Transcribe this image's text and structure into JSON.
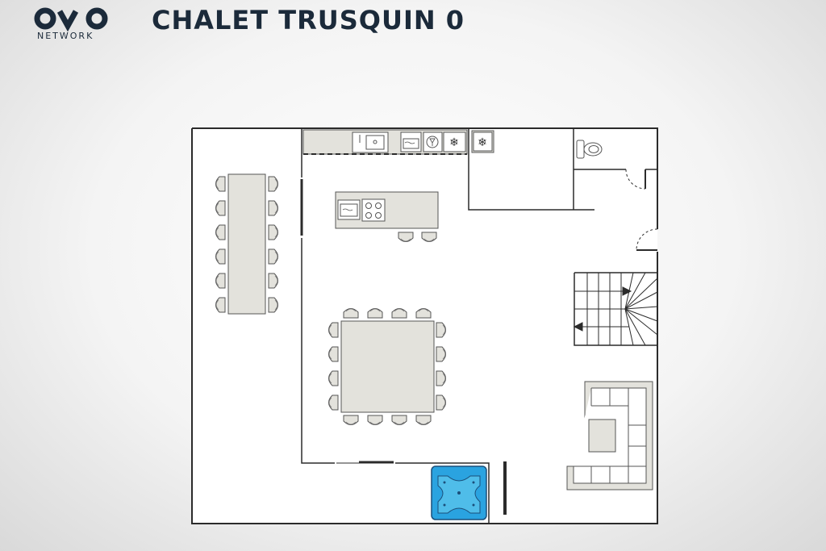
{
  "brand": {
    "logo_name": "ovo-network-logo",
    "logo_text": "NETWORK"
  },
  "header": {
    "title": "CHALET TRUSQUIN 0"
  },
  "colors": {
    "title": "#1b2a3a",
    "wall": "#2b2b2b",
    "furniture_fill": "#e3e2dc",
    "furniture_stroke": "#555555",
    "hot_tub": "#2aa3e0",
    "floor": "#ffffff"
  },
  "floorplan": {
    "rooms": [
      "dining-area",
      "kitchen",
      "living-area",
      "bathroom",
      "storage",
      "staircase",
      "terrace"
    ],
    "fixtures": [
      "sink",
      "microwave",
      "oven",
      "wine-cooler",
      "freezer",
      "freezer",
      "cooktop",
      "toilet",
      "hot-tub",
      "corner-sofa",
      "coffee-table"
    ],
    "furniture": {
      "long_table_chairs": 12,
      "island_stools": 2,
      "square_table_chairs": 16
    }
  }
}
